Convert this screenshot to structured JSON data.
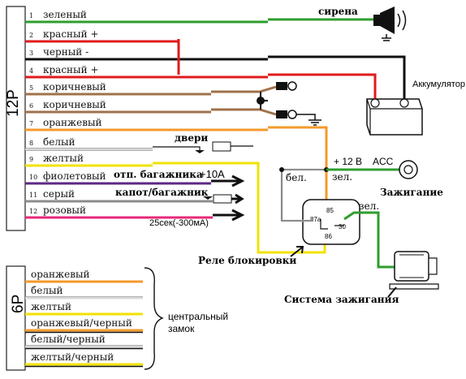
{
  "connector_12p": {
    "label": "12P",
    "wires": [
      {
        "pin": "1",
        "name": "зеленый",
        "color": "#2e9e2e"
      },
      {
        "pin": "2",
        "name": "красный +",
        "color": "#e01b1b"
      },
      {
        "pin": "3",
        "name": "черный -",
        "color": "#111111"
      },
      {
        "pin": "4",
        "name": "красный +",
        "color": "#e01b1b"
      },
      {
        "pin": "5",
        "name": "коричневый",
        "color": "#a0714a"
      },
      {
        "pin": "6",
        "name": "коричневый",
        "color": "#a0714a"
      },
      {
        "pin": "7",
        "name": "оранжевый",
        "color": "#f39a2b"
      },
      {
        "pin": "8",
        "name": "белый",
        "color": "#d8d8d8"
      },
      {
        "pin": "9",
        "name": "желтый",
        "color": "#f2e200"
      },
      {
        "pin": "10",
        "name": "фиолетовый",
        "color": "#5b2a86"
      },
      {
        "pin": "11",
        "name": "серый",
        "color": "#8c8c8c"
      },
      {
        "pin": "12",
        "name": "розовый",
        "color": "#e8287a"
      }
    ]
  },
  "connector_6p": {
    "label": "6P",
    "wires": [
      {
        "name": "оранжевый",
        "color": "#f39a2b"
      },
      {
        "name": "белый",
        "color": "#d8d8d8"
      },
      {
        "name": "желтый",
        "color": "#f2e200"
      },
      {
        "name": "оранжевый/черный",
        "color": "#f39a2b"
      },
      {
        "name": "белый/черный",
        "color": "#d8d8d8"
      },
      {
        "name": "желтый/черный",
        "color": "#f2e200"
      }
    ],
    "group_label": "центральный замок"
  },
  "labels": {
    "siren": "сирена",
    "battery": "Аккумулятор",
    "doors": "двери",
    "trunk_open": "отп. багажника",
    "trunk_open_current": "+10A",
    "hood_trunk": "капот/багажник",
    "pink_output": "25сек(-300мА)",
    "plus12": "+ 12 В",
    "acc": "ACC",
    "ignition": "Зажигание",
    "wire_white": "бел.",
    "wire_green_1": "зел.",
    "wire_green_2": "зел.",
    "relay_pin_85": "85",
    "relay_pin_87a": "87a",
    "relay_pin_86": "86",
    "relay_pin_30": "30",
    "blocking_relay": "Реле блокировки",
    "ignition_system": "Система зажигания"
  }
}
